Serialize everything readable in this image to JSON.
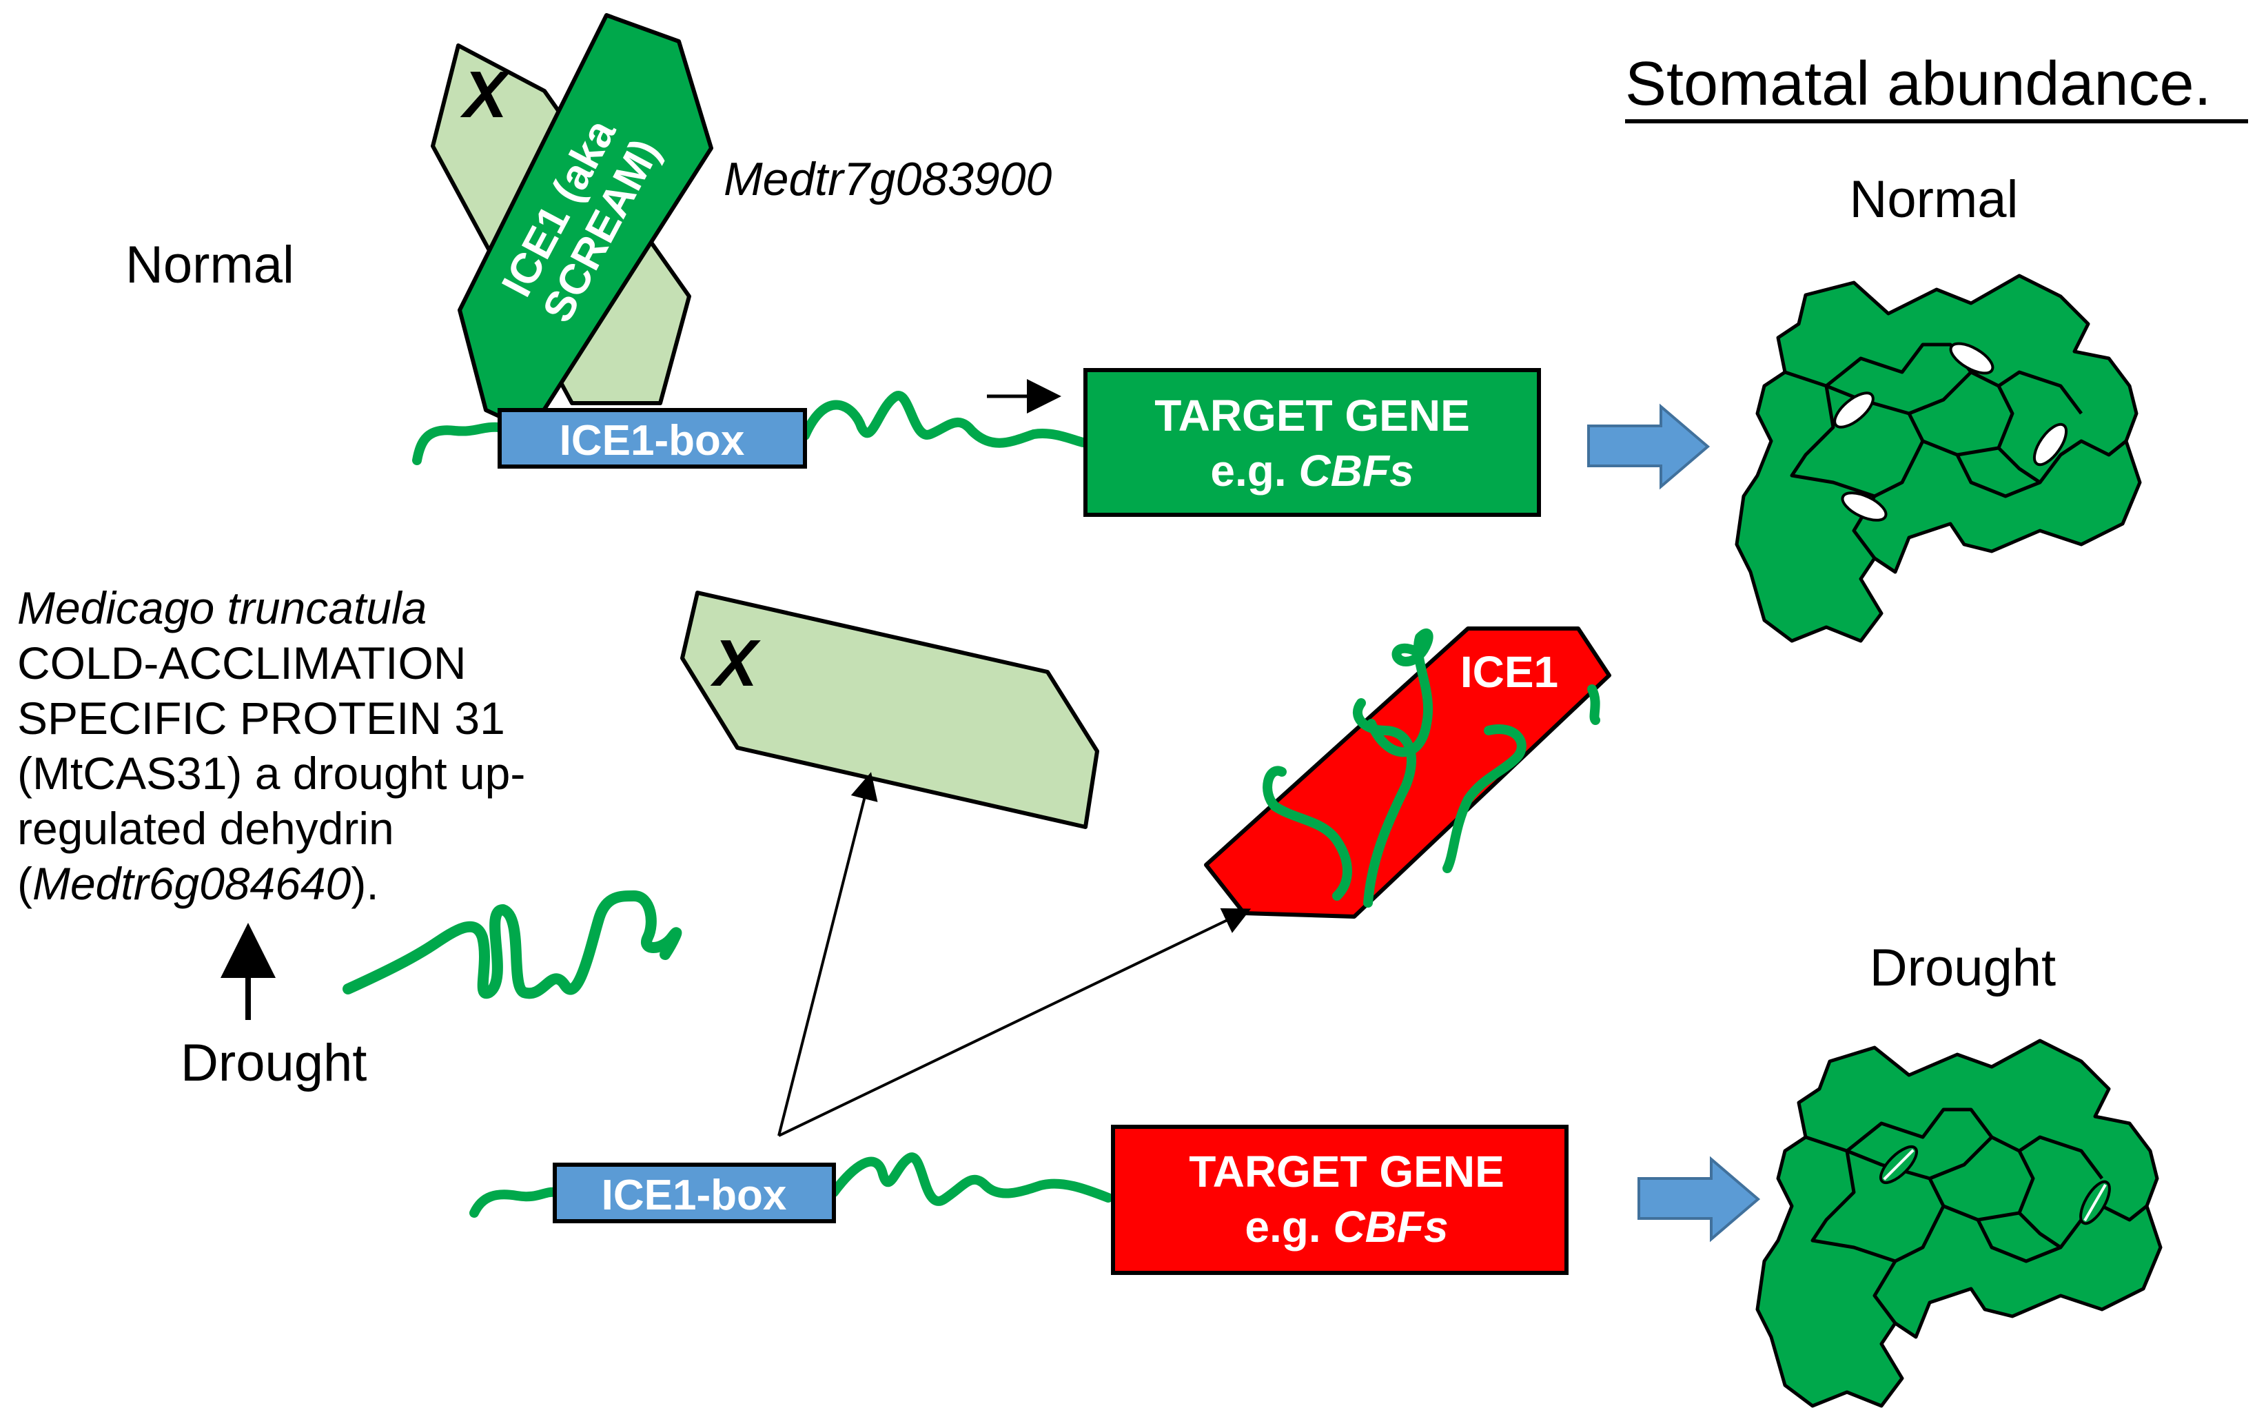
{
  "title": "Stomatal abundance.",
  "colors": {
    "green": "#00a84b",
    "light_green": "#c5e0b4",
    "red": "#ff0000",
    "blue": "#5b9bd5",
    "line": "#000000"
  },
  "normal": {
    "label": "Normal",
    "gene_id": "Medtr7g083900",
    "ice1_line1": "ICE1 (aka",
    "ice1_line2": "SCREAM)",
    "x_mark": "X",
    "box_label": "ICE1-box",
    "target_line1": "TARGET GENE",
    "target_line2_prefix": "e.g. ",
    "target_line2_italic": "CBFs",
    "stomata_label": "Normal"
  },
  "drought": {
    "label": "Drought",
    "x_mark": "X",
    "ice1_label": "ICE1",
    "box_label": "ICE1-box",
    "target_line1": "TARGET GENE",
    "target_line2_prefix": "e.g. ",
    "target_line2_italic": "CBFs",
    "stomata_label": "Drought"
  },
  "dehydrin": {
    "line1_italic": "Medicago truncatula",
    "line2": "COLD-ACCLIMATION",
    "line3": "SPECIFIC PROTEIN 31",
    "line4": "(MtCAS31) a drought up-",
    "line5": "regulated dehydrin",
    "line6_open": "(",
    "line6_italic": "Medtr6g084640",
    "line6_close": ")."
  },
  "icons": [
    "leaf-epidermis-icon",
    "stoma-icon",
    "block-arrow-icon"
  ]
}
